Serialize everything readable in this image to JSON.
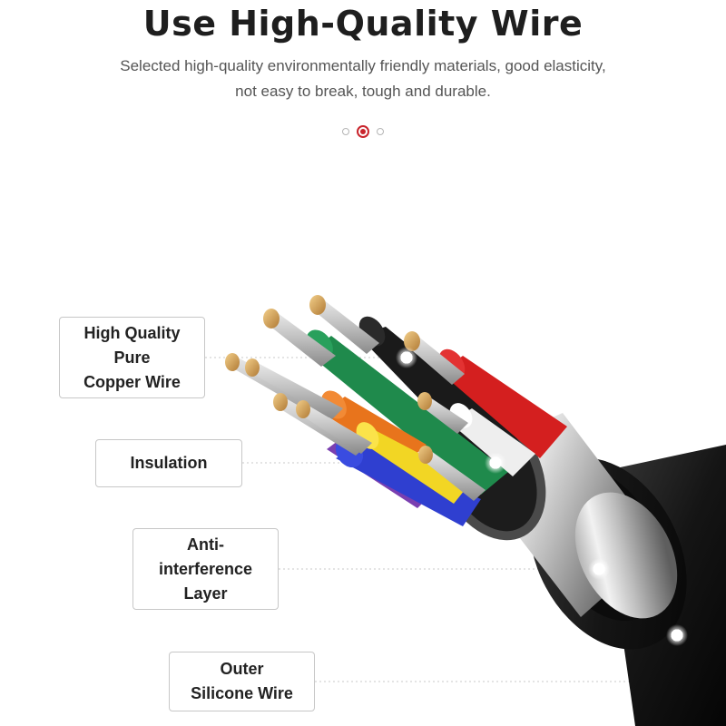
{
  "header": {
    "title": "Use High-Quality Wire",
    "subtitle_line1": "Selected high-quality environmentally friendly materials, good elasticity,",
    "subtitle_line2": "not easy to break, tough and durable."
  },
  "carousel": {
    "total": 3,
    "active_index": 1
  },
  "callouts": {
    "copper": {
      "line1": "High Quality",
      "line2": "Pure",
      "line3": "Copper Wire"
    },
    "insulation": {
      "line1": "Insulation"
    },
    "anti": {
      "line1": "Anti-",
      "line2": "interference",
      "line3": "Layer"
    },
    "outer": {
      "line1": "Outer",
      "line2": "Silicone Wire"
    }
  },
  "colors": {
    "accent": "#c9252d",
    "wire_green": "#1f8a4c",
    "wire_red": "#d41f1f",
    "wire_black": "#1a1a1a",
    "wire_white": "#eeeeee",
    "wire_orange": "#e8741c",
    "wire_yellow": "#f2d624",
    "wire_blue": "#2f3fd0",
    "wire_purple": "#7a3fb0",
    "copper": "#d9a35a",
    "jacket": "#1b1b1b",
    "shield": "#c8c8c8"
  }
}
